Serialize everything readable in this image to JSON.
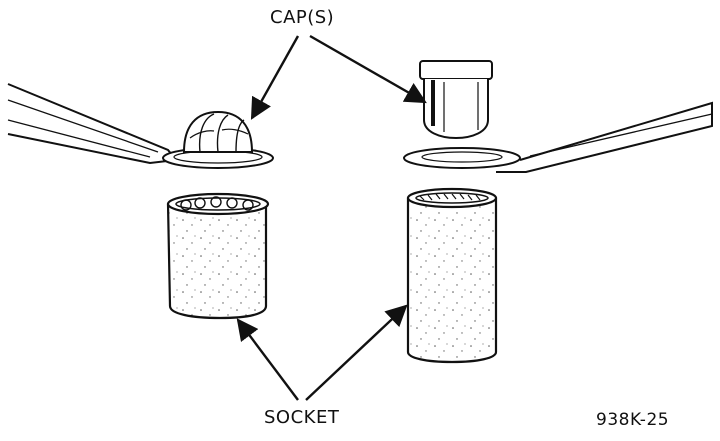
{
  "labels": {
    "caps": "CAP(S)",
    "socket": "SOCKET",
    "figure_number": "938K-25"
  },
  "colors": {
    "ink": "#111111",
    "paper": "#ffffff"
  }
}
